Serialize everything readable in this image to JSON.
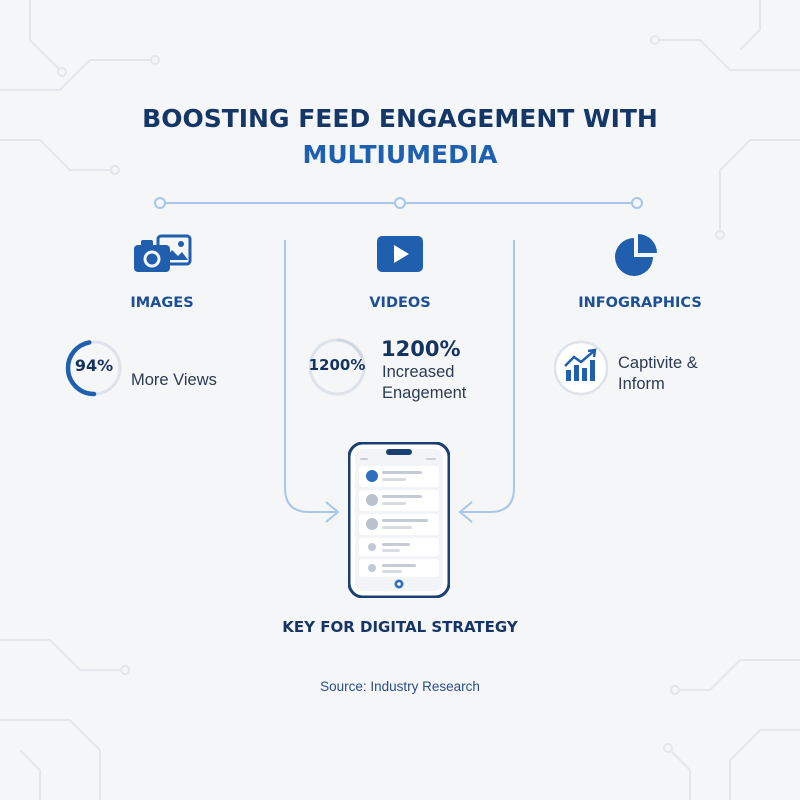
{
  "title": {
    "line1": "BOOSTING FEED ENGAGEMENT WITH",
    "line2": "MULTIUMEDIA"
  },
  "columns": {
    "images": {
      "label": "IMAGES",
      "icon": "camera-photo-icon",
      "ring_value": "94%",
      "ring_fill": 0.94,
      "description": "More Views"
    },
    "videos": {
      "label": "VIDEOS",
      "icon": "play-video-icon",
      "ring_value": "1200%",
      "headline": "1200%",
      "description_line1": "Increased",
      "description_line2": "Enagement"
    },
    "infographics": {
      "label": "INFOGRAPHICS",
      "icon": "pie-chart-icon",
      "badge_icon": "bar-chart-trend-icon",
      "description_line1": "Captivite &",
      "description_line2": "Inform"
    }
  },
  "phone": {
    "icon": "smartphone-feed-icon"
  },
  "footer": {
    "strategy": "KEY FOR DIGITAL STRATEGY",
    "source": "Source: Industry Research"
  },
  "colors": {
    "navy": "#143768",
    "blue": "#1d5fb0",
    "accent": "#2466b8",
    "line": "#9dbfe6",
    "background": "#f5f6f8"
  }
}
